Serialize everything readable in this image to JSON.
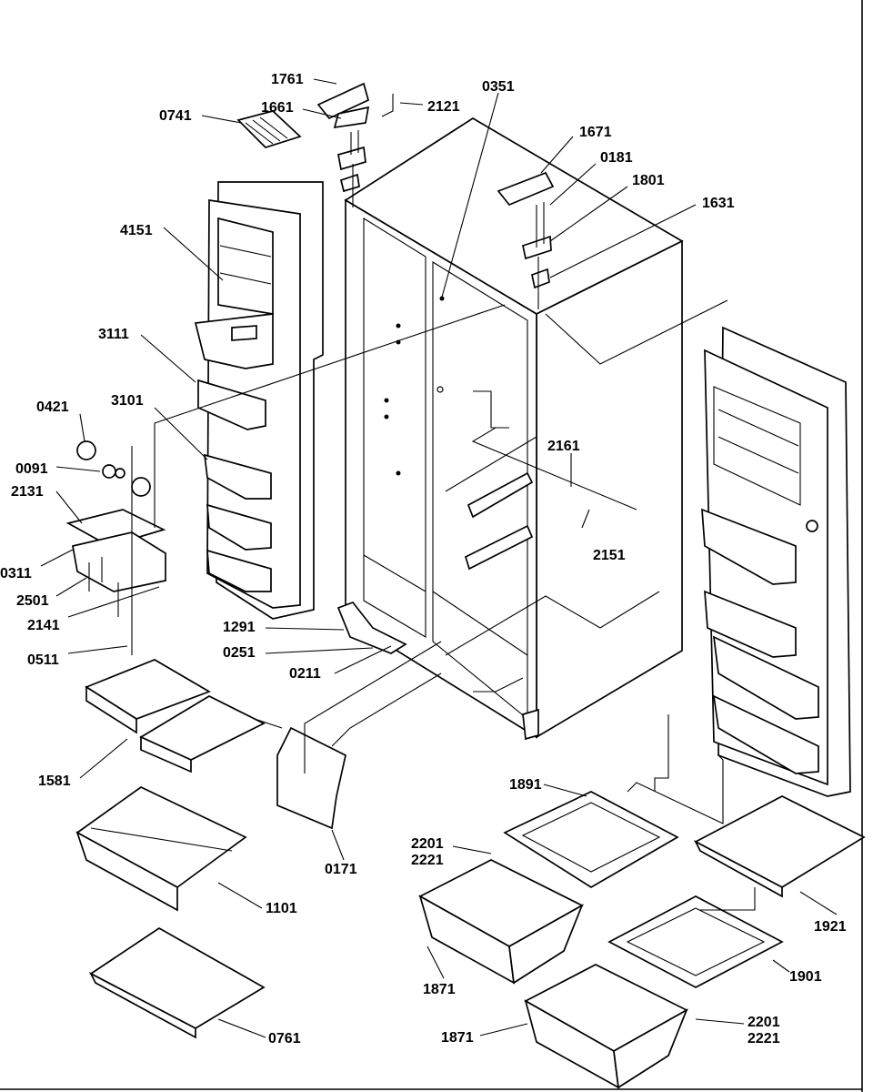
{
  "diagram": {
    "labels": {
      "l1761": "1761",
      "l2121": "2121",
      "l0351": "0351",
      "l0741": "0741",
      "l1661": "1661",
      "l1671": "1671",
      "l0181": "0181",
      "l1801": "1801",
      "l1631": "1631",
      "l4151": "4151",
      "l3111": "3111",
      "l0421": "0421",
      "l3101": "3101",
      "l0091": "0091",
      "l2131": "2131",
      "l2161": "2161",
      "l0311": "0311",
      "l2151": "2151",
      "l2501": "2501",
      "l2141": "2141",
      "l0511": "0511",
      "l1291": "1291",
      "l0251": "0251",
      "l0211": "0211",
      "l1581": "1581",
      "l1891": "1891",
      "l0171": "0171",
      "l2201a": "2201",
      "l2221a": "2221",
      "l1101": "1101",
      "l1921": "1921",
      "l1871a": "1871",
      "l1901": "1901",
      "l0761": "0761",
      "l1871b": "1871",
      "l2201b": "2201",
      "l2221b": "2221"
    }
  }
}
